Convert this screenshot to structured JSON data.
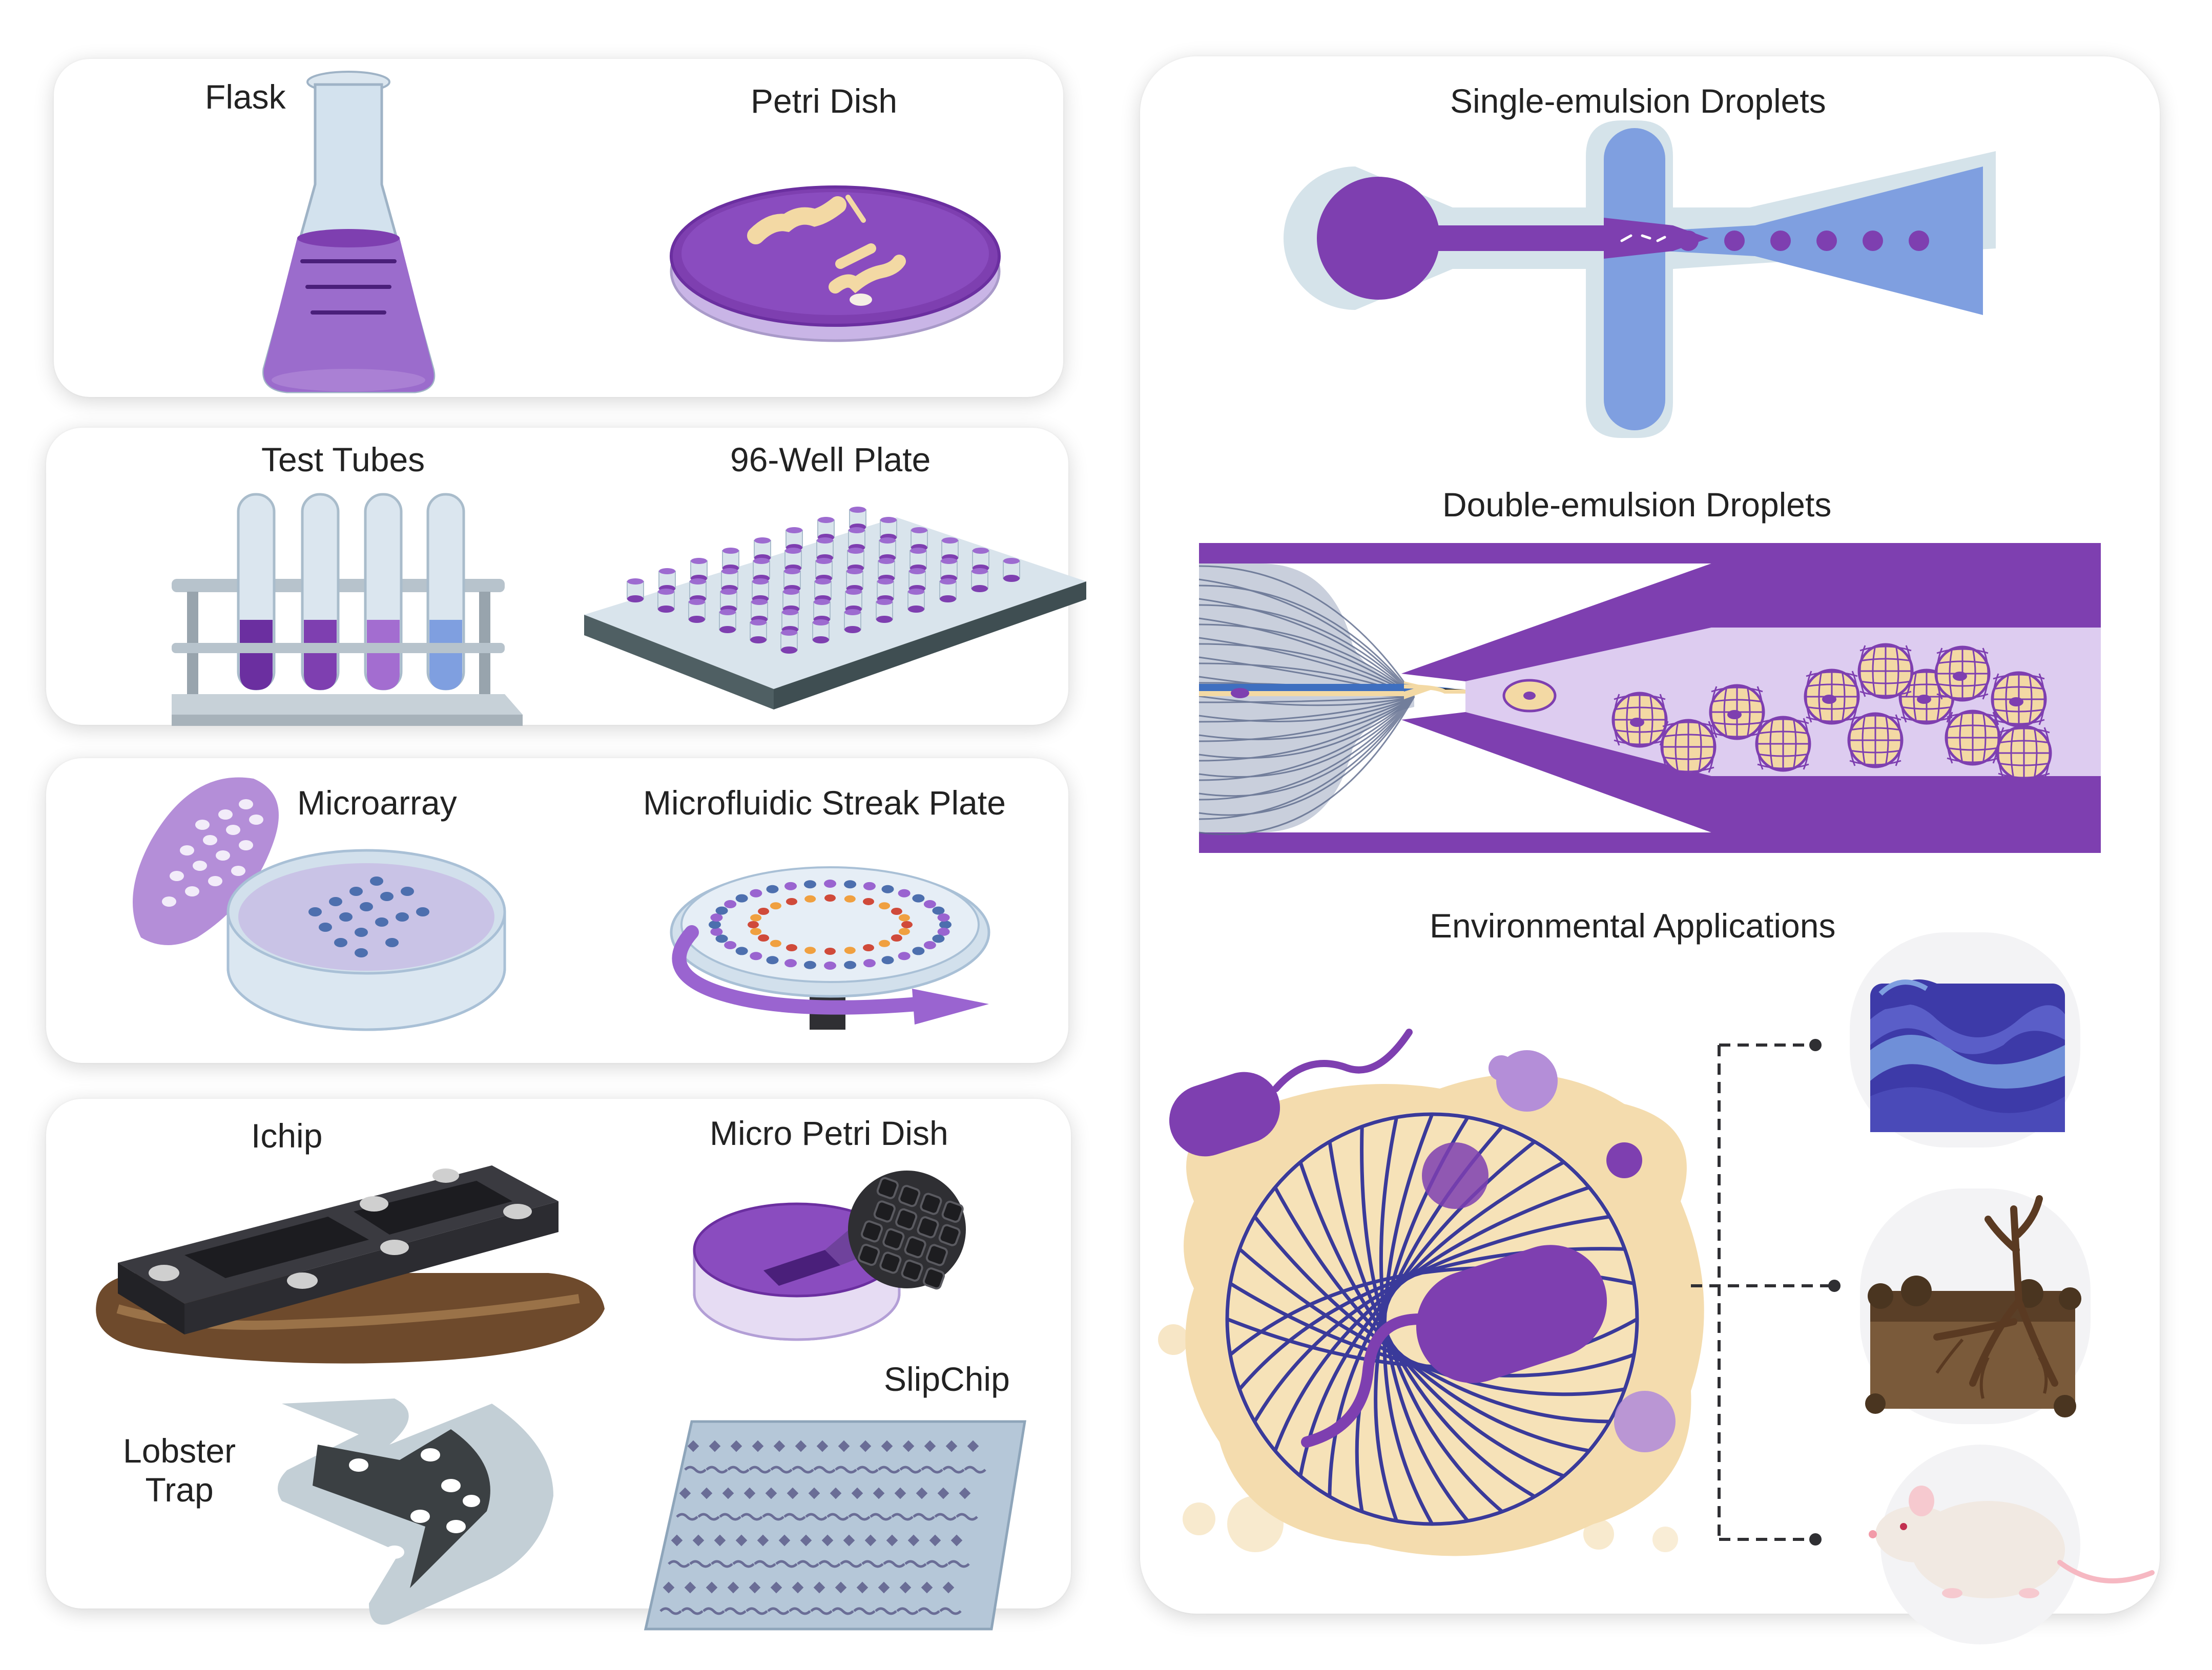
{
  "labels": {
    "flask": "Flask",
    "petri_dish": "Petri Dish",
    "test_tubes": "Test Tubes",
    "well_plate": "96-Well Plate",
    "microarray": "Microarray",
    "streak_plate": "Microfluidic Streak Plate",
    "ichip": "Ichip",
    "micro_petri": "Micro Petri Dish",
    "slipchip": "SlipChip",
    "lobster_line1": "Lobster",
    "lobster_line2": "Trap",
    "single_emulsion": "Single-emulsion  Droplets",
    "double_emulsion": "Double-emulsion Droplets",
    "environmental": "Environmental Applications"
  },
  "colors": {
    "purple_dark": "#6b2fa0",
    "purple": "#7e3fb0",
    "purple_light": "#b48ed8",
    "lavender": "#d9c8ee",
    "blue_channel": "#7f9fe0",
    "glass": "#c7d8e6",
    "cream": "#f3d9a4",
    "grey_dark": "#2f2f33",
    "soil": "#7a5a3a"
  },
  "icons": [
    "flask-icon",
    "petri-dish-icon",
    "test-tubes-icon",
    "well-plate-icon",
    "microarray-icon",
    "streak-plate-icon",
    "ichip-icon",
    "micro-petri-dish-icon",
    "slipchip-icon",
    "lobster-trap-icon",
    "single-emulsion-icon",
    "double-emulsion-icon",
    "microbe-gel-icon",
    "ocean-icon",
    "soil-plant-icon",
    "mouse-icon"
  ]
}
